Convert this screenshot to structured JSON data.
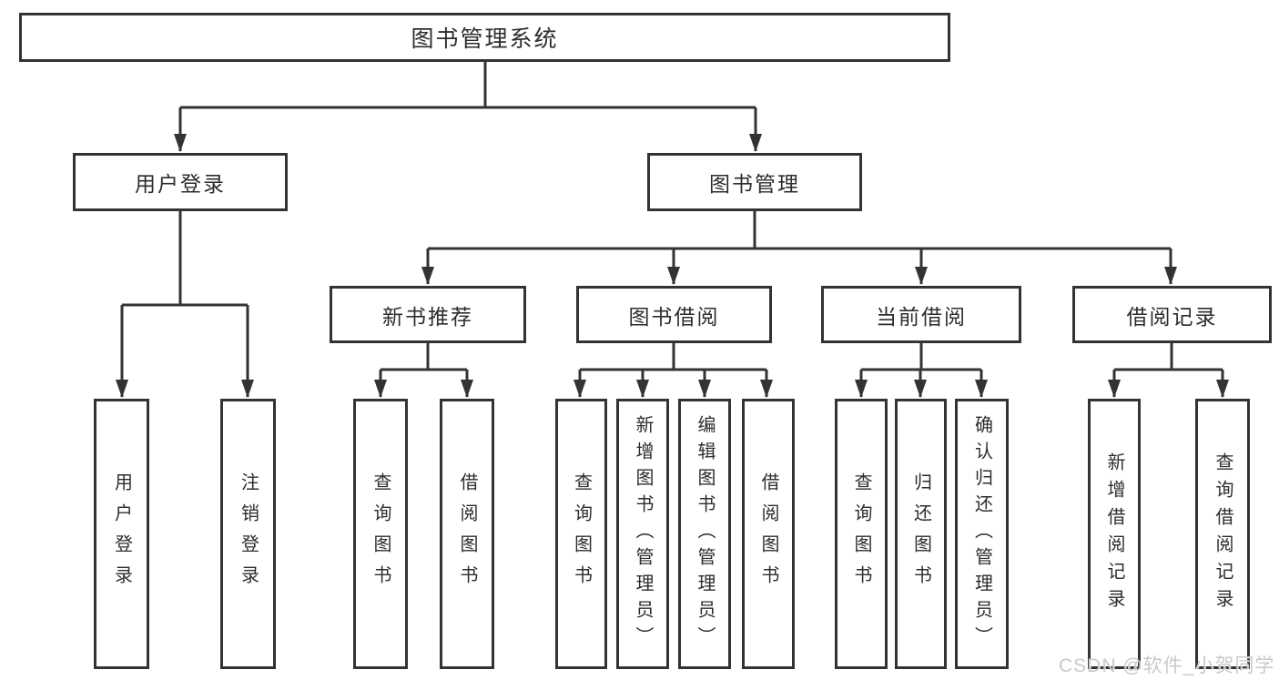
{
  "diagram": {
    "nodes": {
      "root": {
        "label": "图书管理系统"
      },
      "userLogin": {
        "label": "用户登录"
      },
      "bookMgmt": {
        "label": "图书管理"
      },
      "newBookRec": {
        "label": "新书推荐"
      },
      "bookBorrow": {
        "label": "图书借阅"
      },
      "currentBorrow": {
        "label": "当前借阅"
      },
      "borrowRecords": {
        "label": "借阅记录"
      },
      "leafUserLogin": {
        "label": "用户登录"
      },
      "leafLogout": {
        "label": "注销登录"
      },
      "leafRecQuery": {
        "label": "查询图书"
      },
      "leafRecBorrow": {
        "label": "借阅图书"
      },
      "leafBorrowQuery": {
        "label": "查询图书"
      },
      "leafBorrowAdd": {
        "label": "新增图书（管理员）"
      },
      "leafBorrowEdit": {
        "label": "编辑图书（管理员）"
      },
      "leafBorrowBorrow": {
        "label": "借阅图书"
      },
      "leafCurQuery": {
        "label": "查询图书"
      },
      "leafCurReturn": {
        "label": "归还图书"
      },
      "leafCurConfirm": {
        "label": "确认归还（管理员）"
      },
      "leafRecordAdd": {
        "label": "新增借阅记录"
      },
      "leafRecordQuery": {
        "label": "查询借阅记录"
      }
    },
    "hierarchy": {
      "root": [
        "userLogin",
        "bookMgmt"
      ],
      "userLogin": [
        "leafUserLogin",
        "leafLogout"
      ],
      "bookMgmt": [
        "newBookRec",
        "bookBorrow",
        "currentBorrow",
        "borrowRecords"
      ],
      "newBookRec": [
        "leafRecQuery",
        "leafRecBorrow"
      ],
      "bookBorrow": [
        "leafBorrowQuery",
        "leafBorrowAdd",
        "leafBorrowEdit",
        "leafBorrowBorrow"
      ],
      "currentBorrow": [
        "leafCurQuery",
        "leafCurReturn",
        "leafCurConfirm"
      ],
      "borrowRecords": [
        "leafRecordAdd",
        "leafRecordQuery"
      ]
    },
    "colors": {
      "line": "#333333",
      "box_border": "#333333",
      "box_background": "#ffffff",
      "text": "#2d2d2d",
      "watermark": "#c9c9c9"
    },
    "watermark": "CSDN @软件_小贺同学"
  }
}
